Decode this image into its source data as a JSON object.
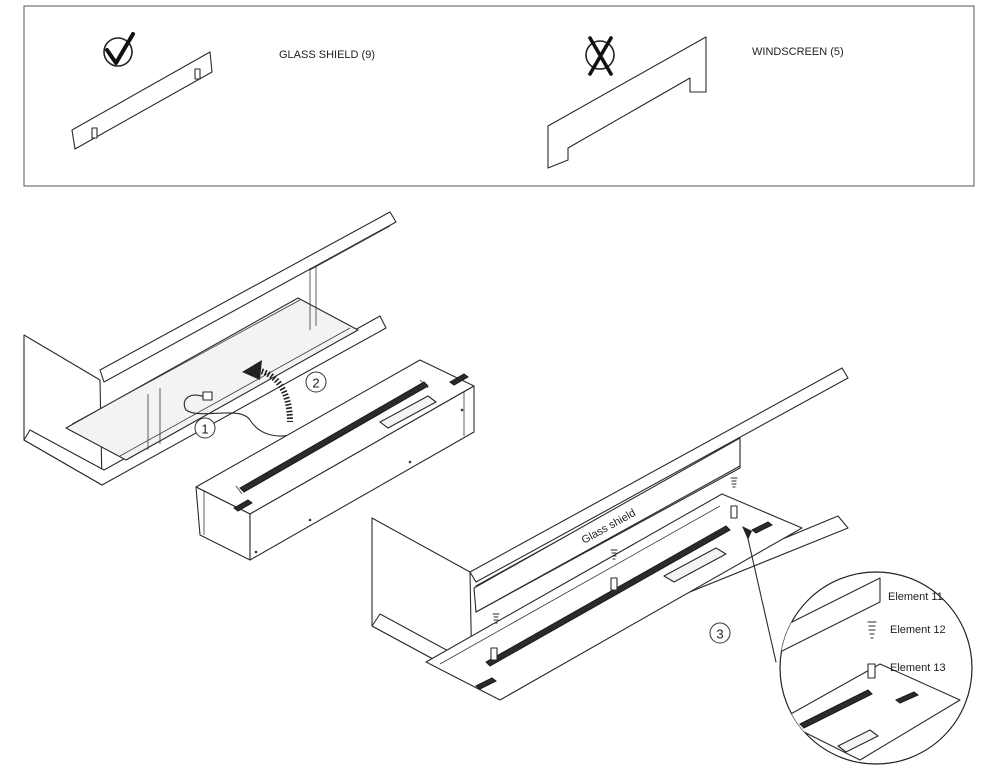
{
  "legend": {
    "glass_shield_label": "GLASS SHIELD (9)",
    "windscreen_label": "WINDSCREEN (5)",
    "glass_shield_mark": "check-icon",
    "windscreen_mark": "cross-icon"
  },
  "steps": {
    "step1": "1",
    "step2": "2",
    "step3": "3"
  },
  "installed_label": "Glass shield",
  "detail": {
    "element_11": "Element 11",
    "element_12": "Element 12",
    "element_13": "Element 13"
  }
}
